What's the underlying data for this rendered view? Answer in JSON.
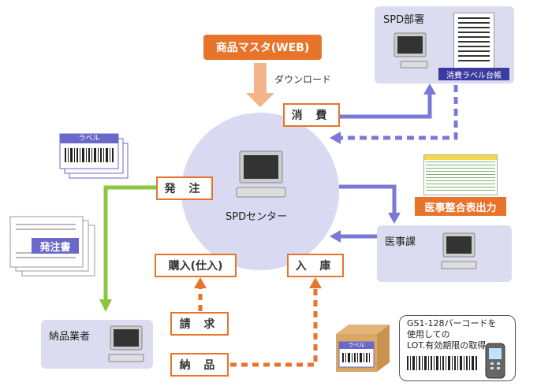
{
  "master": {
    "title": "商品マスタ(WEB)",
    "download": "ダウンロード"
  },
  "center": {
    "label": "SPDセンター"
  },
  "dept": {
    "title": "SPD部署",
    "consume_ledger": "消費ラベル台帳"
  },
  "medical": {
    "title": "医事課",
    "report": "医事整合表出力"
  },
  "vendor": {
    "title": "納品業者"
  },
  "flows": {
    "consume": "消 費",
    "order": "発 注",
    "purchase": "購入(仕入)",
    "receive": "入 庫",
    "invoice": "請 求",
    "delivery": "納 品"
  },
  "label_stack": {
    "title": "ラベル"
  },
  "order_doc": {
    "title": "発注書"
  },
  "box": {
    "label": "ラベル"
  },
  "barcode_note": {
    "line1": "GS1-128バーコードを",
    "line2": "使用しての",
    "line3": "LOT.有効期限の取得"
  },
  "colors": {
    "orange": "#e8742c",
    "green": "#8cc63f",
    "purple": "#7b78d8",
    "circle": "#d9d9f2"
  }
}
